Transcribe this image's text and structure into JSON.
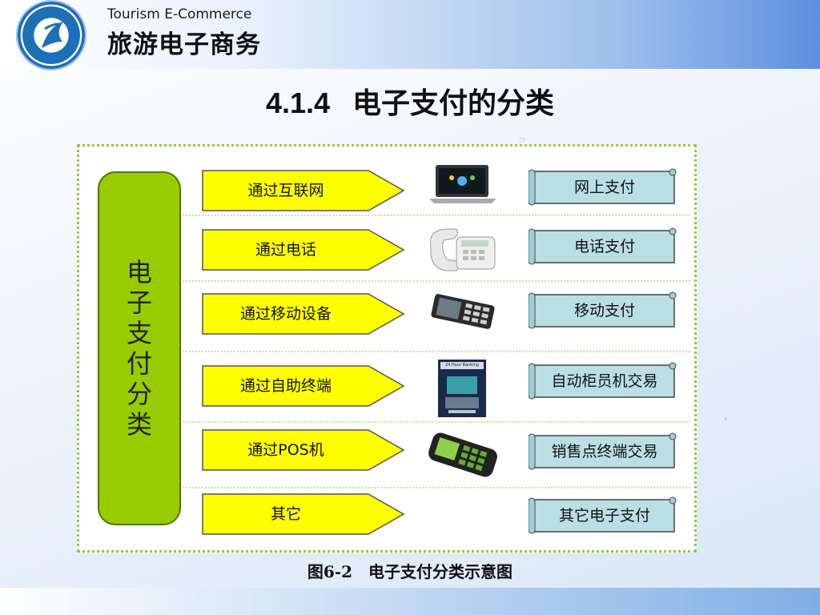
{
  "header": {
    "english_title": "Tourism E-Commerce",
    "chinese_title": "旅游电子商务"
  },
  "slide": {
    "section_number": "4.1.4",
    "title": "电子支付的分类"
  },
  "diagram": {
    "category_label": "电子支付分类",
    "rows": [
      {
        "channel": "通过互联网",
        "device_icon": "laptop-icon",
        "method": "网上支付"
      },
      {
        "channel": "通过电话",
        "device_icon": "telephone-icon",
        "method": "电话支付"
      },
      {
        "channel": "通过移动设备",
        "device_icon": "mobile-phone-icon",
        "method": "移动支付"
      },
      {
        "channel": "通过自助终端",
        "device_icon": "atm-icon",
        "method": "自动柜员机交易"
      },
      {
        "channel": "通过POS机",
        "device_icon": "pos-terminal-icon",
        "method": "销售点终端交易"
      },
      {
        "channel": "其它",
        "device_icon": "",
        "method": "其它电子支付"
      }
    ],
    "atm_screen_text": "24 Hour Banking"
  },
  "caption": "图6-2　电子支付分类示意图",
  "colors": {
    "category_fill": "#99cc00",
    "arrow_fill": "#ffff00",
    "scroll_fill": "#b9dfe4",
    "border_dots": "#8ccf3a"
  }
}
